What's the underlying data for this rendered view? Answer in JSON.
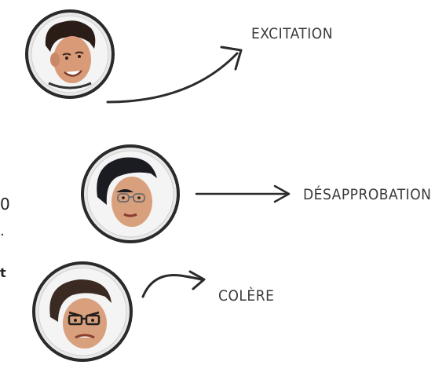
{
  "emotions": [
    {
      "label": "EXCITATION"
    },
    {
      "label": "DÉSAPPROBATION"
    },
    {
      "label": "COLÈRE"
    }
  ],
  "edge_fragments": [
    "0",
    ".",
    "t"
  ],
  "colors": {
    "ink": "#2b2b2b",
    "avatar_bg": "#e9e9ea",
    "ring": "#2a2a2a",
    "skin": "#d99a78",
    "hair": "#2a1d17"
  },
  "icons": [
    "avatar-excitation-icon",
    "avatar-disapproval-icon",
    "avatar-anger-icon"
  ]
}
